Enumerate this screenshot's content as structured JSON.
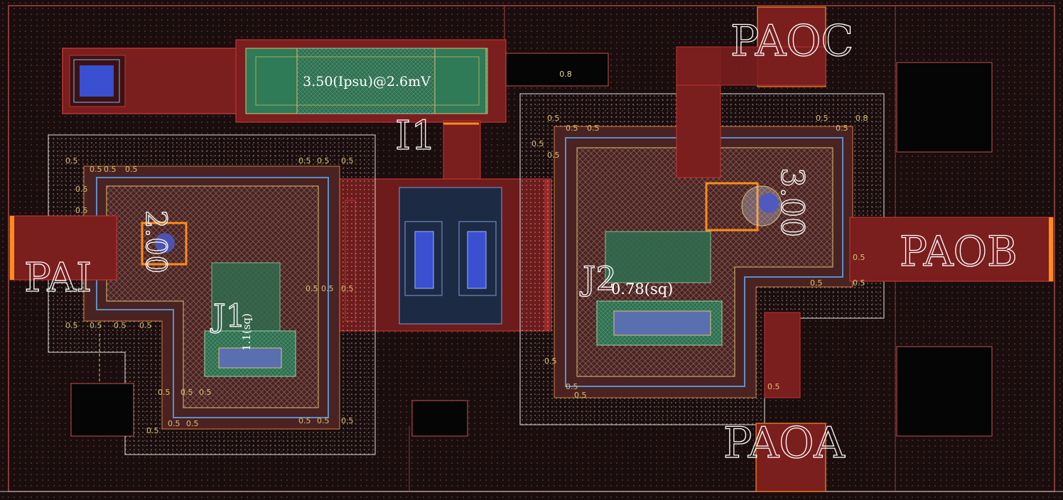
{
  "window": {
    "title": ""
  },
  "colors": {
    "background": "#1a0d0d",
    "metal_red": "#9a2a2a",
    "metal_orange": "#ff8c1a",
    "via_blue": "#3b4fd1",
    "resistor_green": "#2e7d55",
    "outline_white": "#d8d8d8",
    "dimension_text": "#d9c070"
  },
  "labels": {
    "pin_pai": "PAI",
    "pin_paoc": "PAOC",
    "pin_paob": "PAOB",
    "pin_paoa": "PAOA",
    "source_i1": "I1",
    "junction_j1": "J1",
    "junction_j2": "J2",
    "bias_annotation": "3.50(Ipsu)@2.6mV",
    "j2_area": "0.78(sq)",
    "j1_rotated_value": "2.00",
    "j2_rotated_value": "3.00",
    "j1_small_rotated": "1.1(sq)",
    "box_value": "0.8"
  },
  "dimension_marks": [
    "0.5",
    "0.5",
    "0.5",
    "0.5",
    "0.5",
    "0.5",
    "0.5",
    "0.5",
    "0.5",
    "0.5",
    "0.5",
    "0.5",
    "0.5",
    "0.5",
    "0.5",
    "0.5",
    "0.5",
    "0.5",
    "0.5",
    "0.5",
    "0.5",
    "0.5",
    "0.5",
    "0.5",
    "0.5",
    "0.5",
    "0.5",
    "0.5",
    "0.5",
    "0.5",
    "0.8",
    "0.5",
    "0.5",
    "0.5",
    "0.5",
    "0.5",
    "0.5",
    "0.5",
    "0.5",
    "0.5"
  ]
}
